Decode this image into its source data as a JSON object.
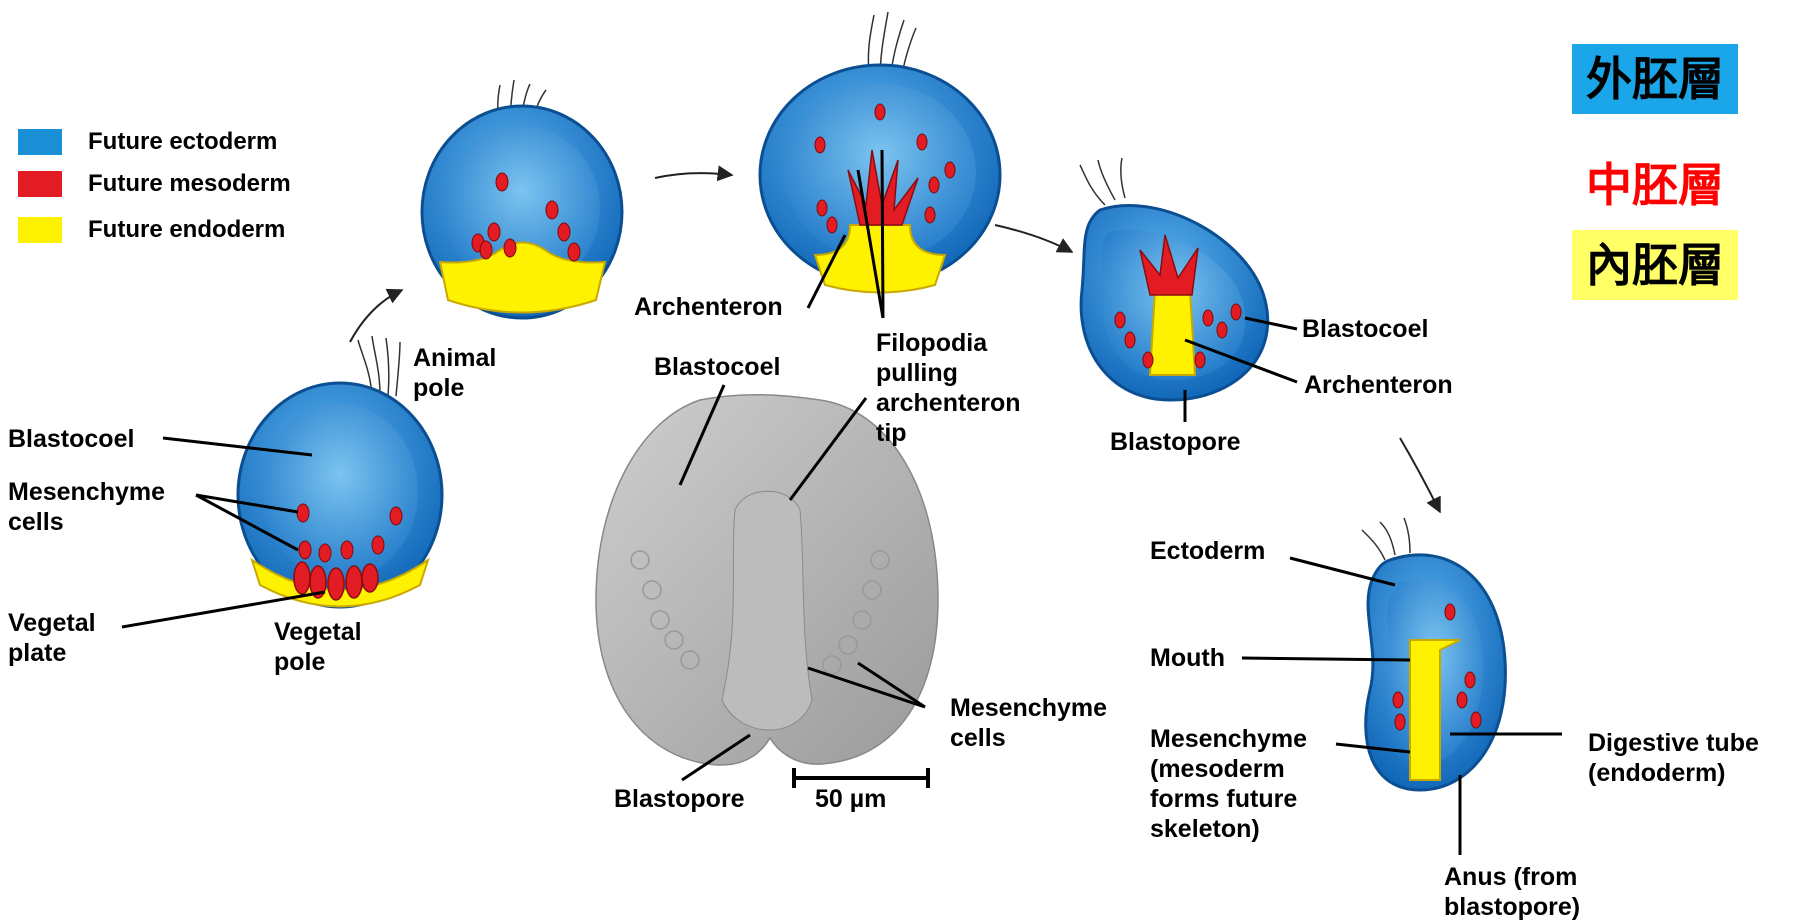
{
  "legend": {
    "ectoderm": {
      "label": "Future ectoderm",
      "color": "#1a8fd6"
    },
    "mesoderm": {
      "label": "Future mesoderm",
      "color": "#e31b23"
    },
    "endoderm": {
      "label": "Future endoderm",
      "color": "#fff200"
    }
  },
  "germ_layer_tags": {
    "ecto": {
      "text": "外胚層",
      "bg": "#1aa6e8",
      "fg": "#000000"
    },
    "meso": {
      "text": "中胚層",
      "bg": "#ffffff",
      "fg": "#ff0000"
    },
    "endo": {
      "text": "內胚層",
      "bg": "#ffff66",
      "fg": "#000000"
    }
  },
  "stage1": {
    "blastocoel": "Blastocoel",
    "mesenchyme": "Mesenchyme\ncells",
    "vegetal_plate": "Vegetal\nplate",
    "vegetal_pole": "Vegetal\npole"
  },
  "stage2": {
    "animal_pole": "Animal\npole"
  },
  "stage3": {
    "archenteron": "Archenteron",
    "filopodia": "Filopodia\npulling\narchenteron\ntip"
  },
  "micrograph": {
    "blastocoel": "Blastocoel",
    "mesenchyme": "Mesenchyme\ncells",
    "blastopore": "Blastopore",
    "scale": "50 µm"
  },
  "stage4": {
    "blastocoel": "Blastocoel",
    "archenteron": "Archenteron",
    "blastopore": "Blastopore"
  },
  "stage5": {
    "ectoderm": "Ectoderm",
    "mouth": "Mouth",
    "mesenchyme": "Mesenchyme\n(mesoderm\nforms future\nskeleton)",
    "digestive": "Digestive tube\n(endoderm)",
    "anus": "Anus (from\nblastopore)"
  }
}
